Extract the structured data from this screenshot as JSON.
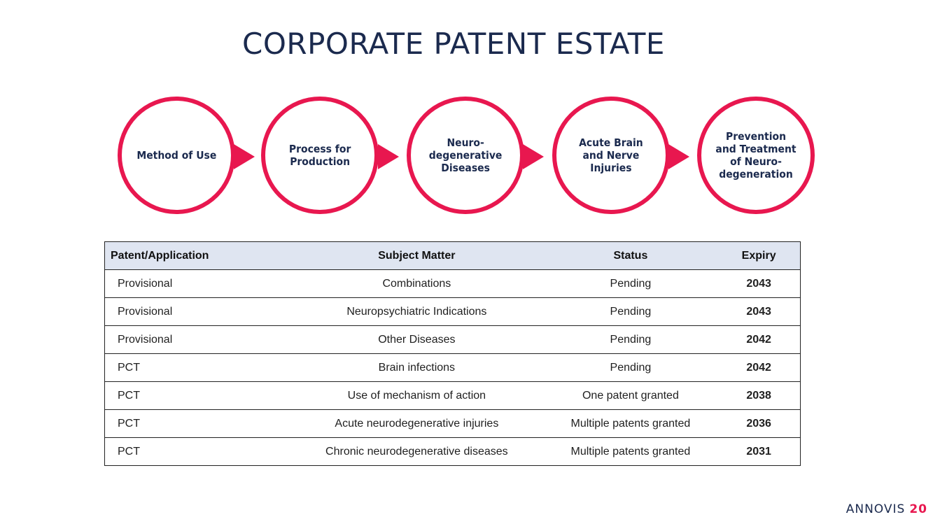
{
  "title": "CORPORATE PATENT ESTATE",
  "flow": [
    {
      "label": "Method of Use"
    },
    {
      "label": "Process for\nProduction"
    },
    {
      "label": "Neuro-\ndegenerative\nDiseases"
    },
    {
      "label": "Acute Brain\nand Nerve\nInjuries"
    },
    {
      "label": "Prevention\nand Treatment\nof Neuro-\ndegeneration"
    }
  ],
  "colors": {
    "accent": "#e8174f",
    "navy": "#1b2a4e",
    "header_bg": "#dfe5f1"
  },
  "table": {
    "headers": [
      "Patent/Application",
      "Subject Matter",
      "Status",
      "Expiry"
    ],
    "rows": [
      [
        "Provisional",
        "Combinations",
        "Pending",
        "2043"
      ],
      [
        "Provisional",
        "Neuropsychiatric Indications",
        "Pending",
        "2043"
      ],
      [
        "Provisional",
        "Other Diseases",
        "Pending",
        "2042"
      ],
      [
        "PCT",
        "Brain infections",
        "Pending",
        "2042"
      ],
      [
        "PCT",
        "Use of mechanism of action",
        "One patent granted",
        "2038"
      ],
      [
        "PCT",
        "Acute neurodegenerative injuries",
        "Multiple patents granted",
        "2036"
      ],
      [
        "PCT",
        "Chronic neurodegenerative diseases",
        "Multiple patents granted",
        "2031"
      ]
    ]
  },
  "footer": {
    "brand": "ANNOVIS",
    "page": "20"
  }
}
